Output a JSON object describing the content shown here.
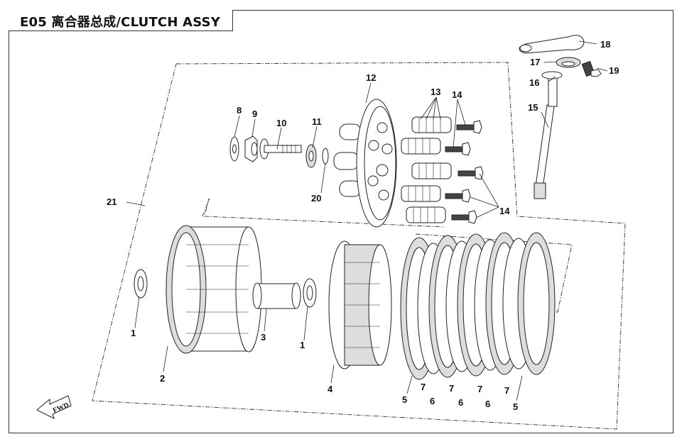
{
  "title": {
    "code": "E05",
    "name_cn": "离合器总成",
    "name_en": "CLUTCH ASSY",
    "full": "E05  离合器总成/CLUTCH ASSY"
  },
  "fwd_arrow": {
    "label": "FWD",
    "icon": "forward-direction-arrow-icon"
  },
  "callouts": [
    {
      "id": "1a",
      "label": "1",
      "part": "washer"
    },
    {
      "id": "1b",
      "label": "1",
      "part": "washer"
    },
    {
      "id": "2",
      "label": "2",
      "part": "clutch-outer-housing-gear"
    },
    {
      "id": "3",
      "label": "3",
      "part": "bushing-sleeve"
    },
    {
      "id": "4",
      "label": "4",
      "part": "clutch-center-hub"
    },
    {
      "id": "5a",
      "label": "5",
      "part": "friction-plate"
    },
    {
      "id": "5b",
      "label": "5",
      "part": "friction-plate"
    },
    {
      "id": "6a",
      "label": "6",
      "part": "friction-plate"
    },
    {
      "id": "6b",
      "label": "6",
      "part": "friction-plate"
    },
    {
      "id": "6c",
      "label": "6",
      "part": "friction-plate"
    },
    {
      "id": "7a",
      "label": "7",
      "part": "steel-plate"
    },
    {
      "id": "7b",
      "label": "7",
      "part": "steel-plate"
    },
    {
      "id": "7c",
      "label": "7",
      "part": "steel-plate"
    },
    {
      "id": "7d",
      "label": "7",
      "part": "steel-plate"
    },
    {
      "id": "8",
      "label": "8",
      "part": "lock-washer"
    },
    {
      "id": "9",
      "label": "9",
      "part": "nut"
    },
    {
      "id": "10",
      "label": "10",
      "part": "push-rod"
    },
    {
      "id": "11",
      "label": "11",
      "part": "bearing"
    },
    {
      "id": "12",
      "label": "12",
      "part": "pressure-plate"
    },
    {
      "id": "13",
      "label": "13",
      "part": "clutch-springs"
    },
    {
      "id": "14a",
      "label": "14",
      "part": "bolts"
    },
    {
      "id": "14b",
      "label": "14",
      "part": "bolts"
    },
    {
      "id": "15",
      "label": "15",
      "part": "release-shaft"
    },
    {
      "id": "16",
      "label": "16",
      "part": "washer"
    },
    {
      "id": "17",
      "label": "17",
      "part": "oil-seal"
    },
    {
      "id": "18",
      "label": "18",
      "part": "release-lever"
    },
    {
      "id": "19",
      "label": "19",
      "part": "bolt"
    },
    {
      "id": "20",
      "label": "20",
      "part": "washer"
    },
    {
      "id": "21",
      "label": "21",
      "part": "clutch-assembly"
    }
  ]
}
